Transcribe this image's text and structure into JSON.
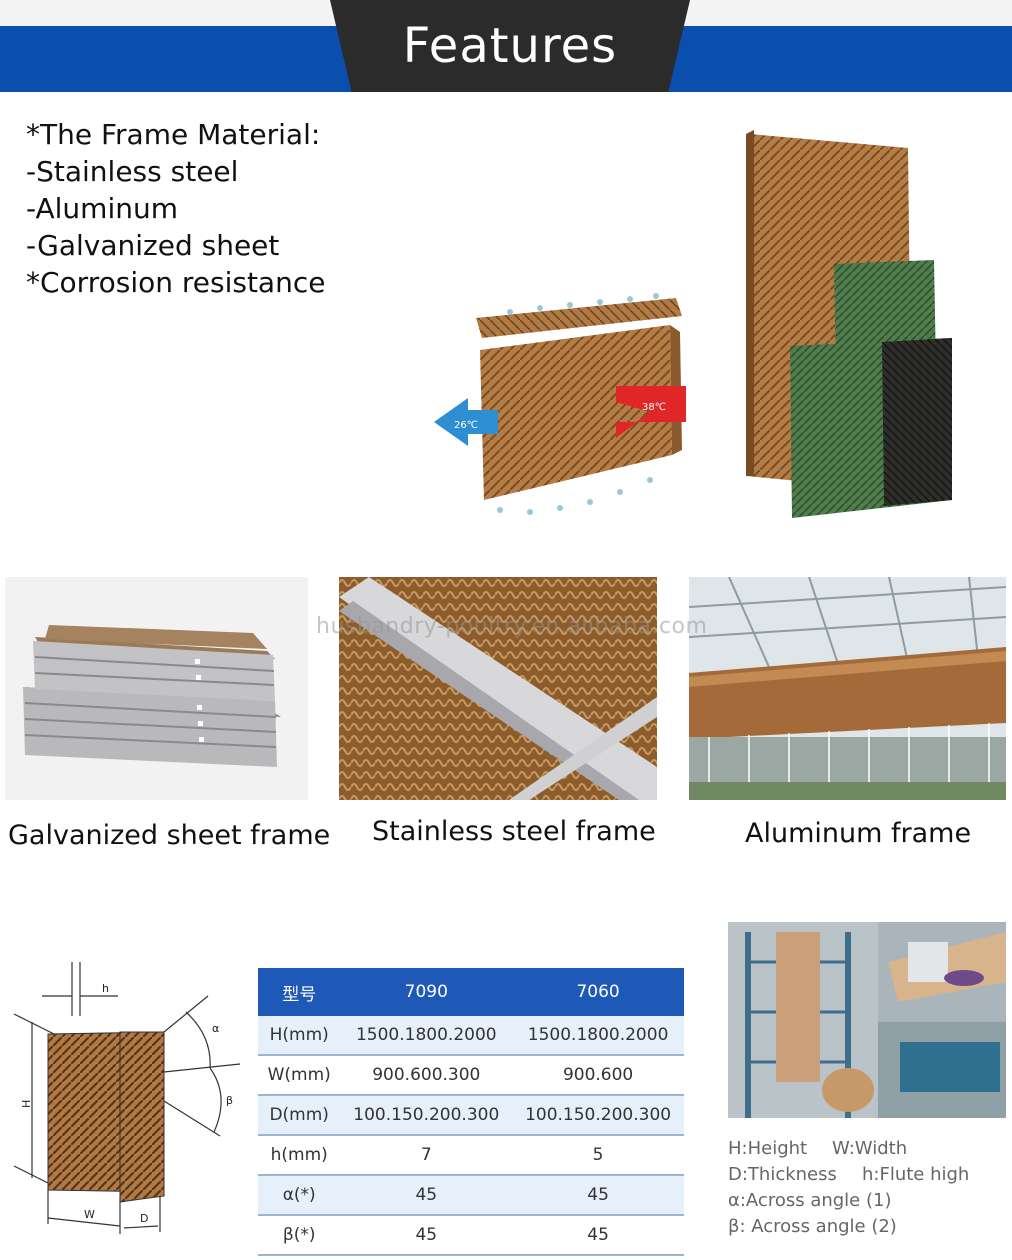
{
  "header": {
    "title": "Features"
  },
  "features": [
    "*The Frame Material:",
    "-Stainless steel",
    "-Aluminum",
    "-Galvanized sheet",
    "*Corrosion resistance"
  ],
  "illustration": {
    "out_temp": "26℃",
    "in_temp": "38℃"
  },
  "frames": [
    {
      "caption": "Galvanized sheet frame"
    },
    {
      "caption": "Stainless steel frame"
    },
    {
      "caption": "Aluminum frame"
    }
  ],
  "watermark": "husbandry-poultry.en.alibaba.com",
  "diagram": {
    "h": "h",
    "alpha": "α",
    "beta": "β",
    "H": "H",
    "W": "W",
    "D": "D"
  },
  "table": {
    "headers": [
      "型号",
      "7090",
      "7060"
    ],
    "rows": [
      [
        "H(mm)",
        "1500.1800.2000",
        "1500.1800.2000"
      ],
      [
        "W(mm)",
        "900.600.300",
        "900.600"
      ],
      [
        "D(mm)",
        "100.150.200.300",
        "100.150.200.300"
      ],
      [
        "h(mm)",
        "7",
        "5"
      ],
      [
        "α(*)",
        "45",
        "45"
      ],
      [
        "β(*)",
        "45",
        "45"
      ]
    ]
  },
  "legend": {
    "height": "H:Height",
    "width": "W:Width",
    "thickness": "D:Thickness",
    "flute": "h:Flute high",
    "alpha": "α:Across angle (1)",
    "beta": "β: Across angle (2)"
  },
  "colors": {
    "brand_blue": "#0a4fae",
    "table_header": "#1f59b8",
    "pad_brown": "#b07a45",
    "pad_green": "#4c7a4a"
  }
}
